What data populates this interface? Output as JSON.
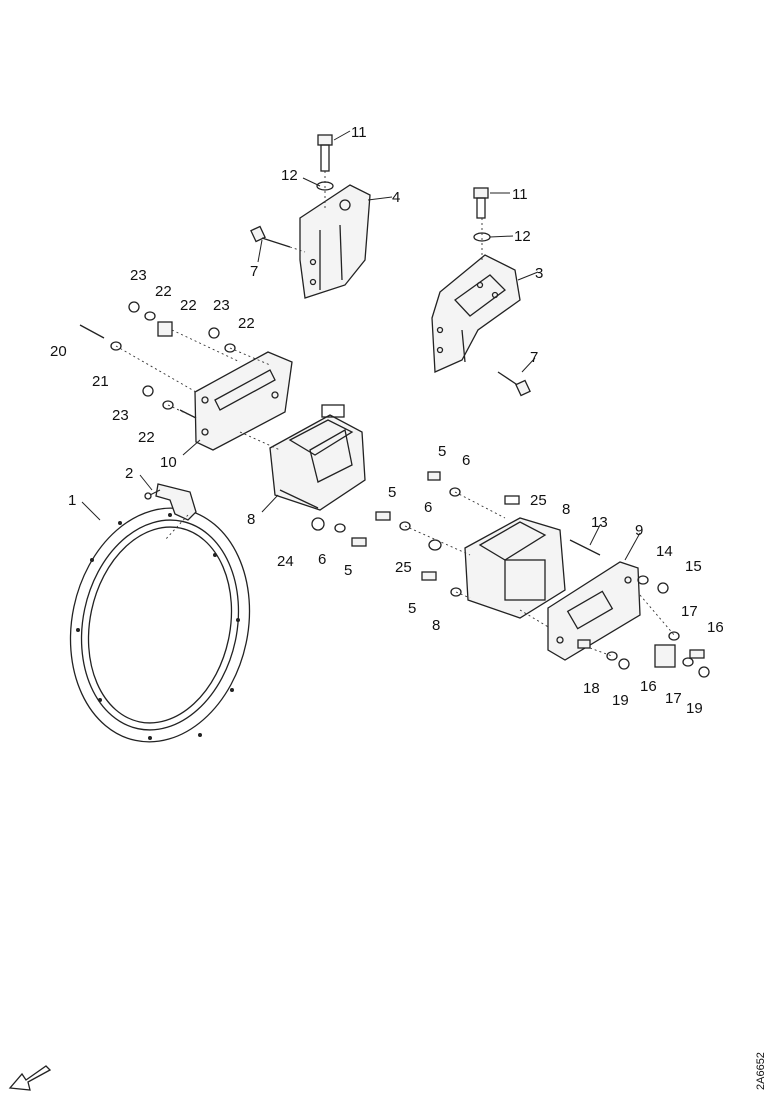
{
  "diagram": {
    "callouts": [
      "1",
      "2",
      "3",
      "4",
      "5",
      "6",
      "7",
      "8",
      "9",
      "10",
      "11",
      "12",
      "13",
      "14",
      "15",
      "16",
      "17",
      "18",
      "19",
      "20",
      "21",
      "22",
      "23",
      "24",
      "25"
    ],
    "reference_code": "2A6652",
    "icons": {
      "orientation": "front-direction-arrow-icon"
    }
  }
}
